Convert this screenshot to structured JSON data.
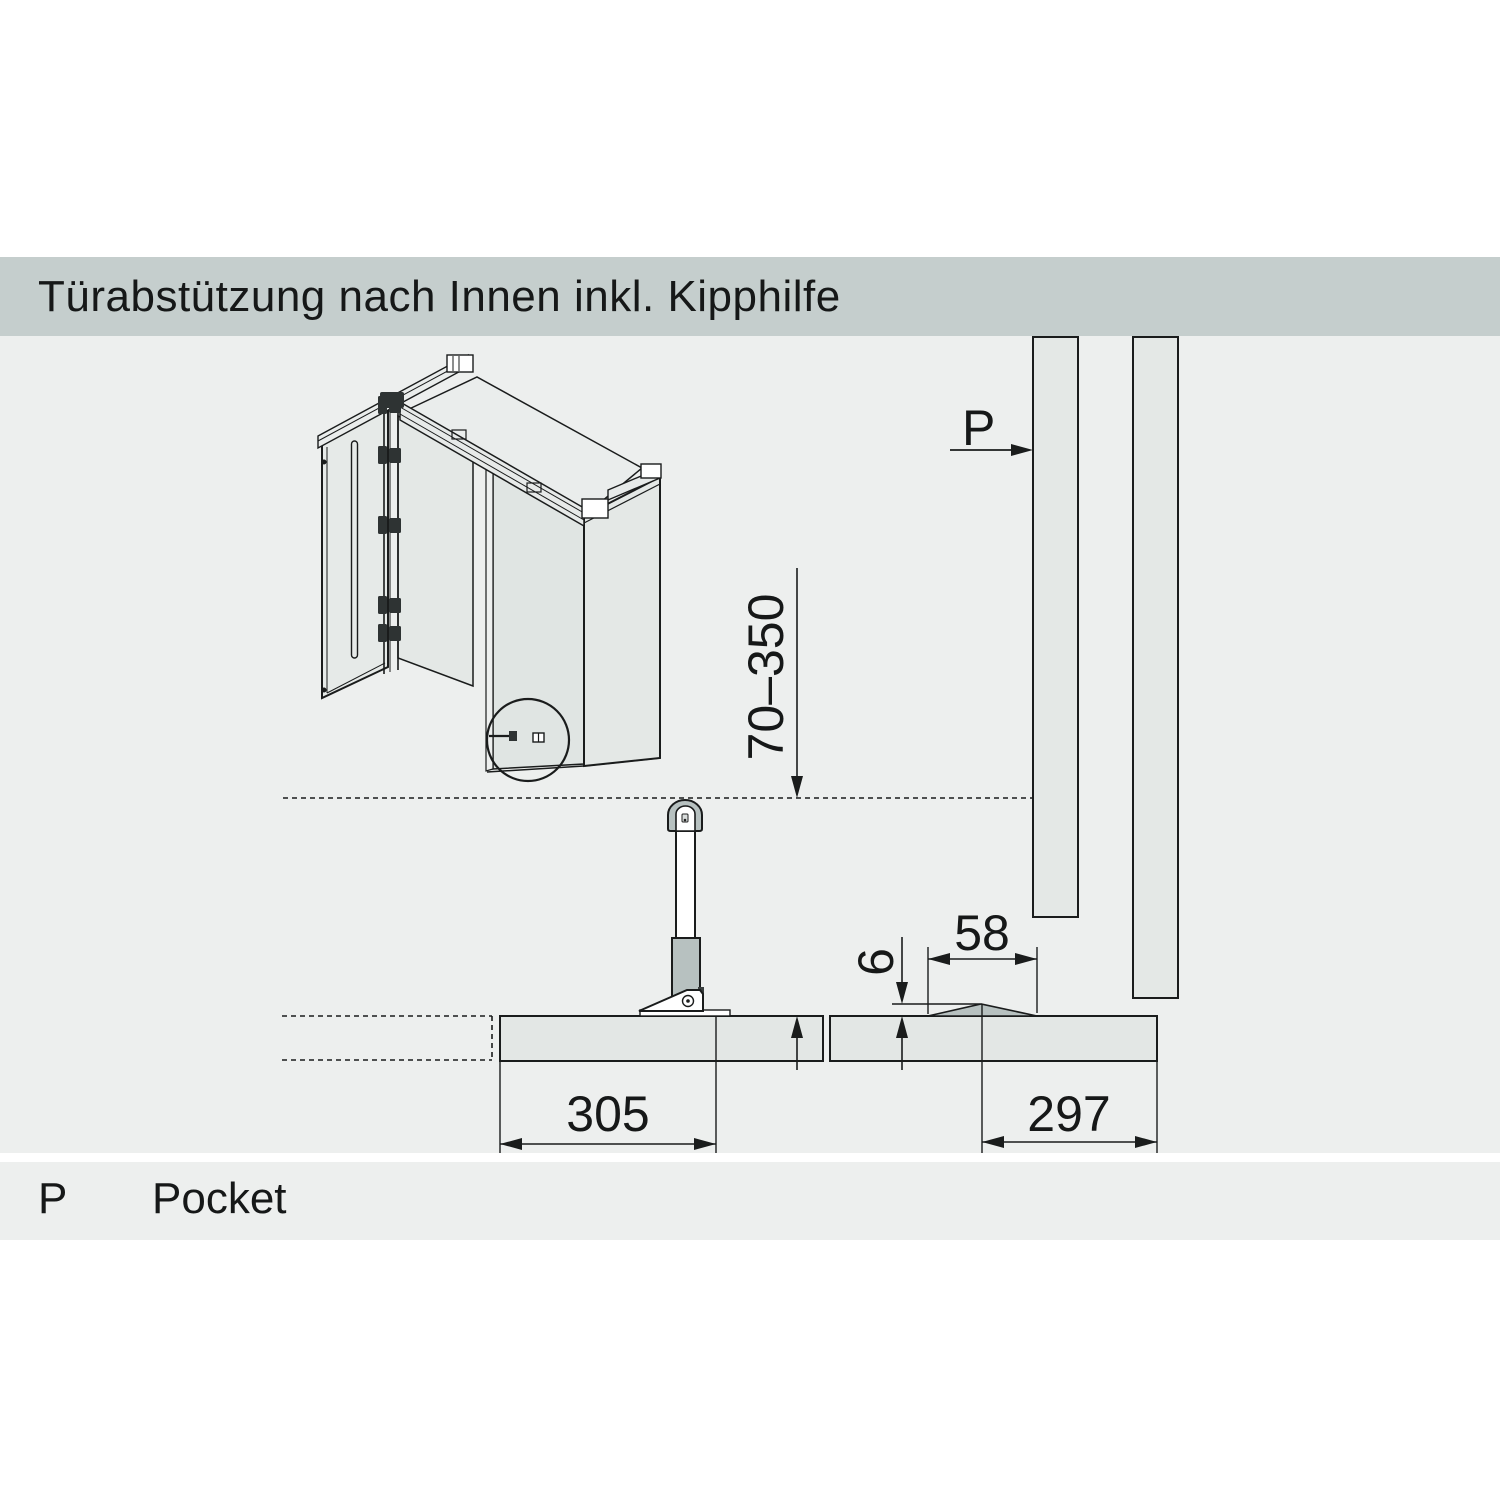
{
  "header": {
    "title": "Türabstützung nach Innen inkl. Kipphilfe"
  },
  "dimensions": {
    "height_range": "70–350",
    "pocket_marker": "P",
    "ramp_length": "58",
    "ramp_height": "6",
    "left_board_depth": "305",
    "right_board_depth": "297"
  },
  "legend": {
    "symbol": "P",
    "term": "Pocket"
  },
  "colors": {
    "header_bar": "#c5cecd",
    "canvas": "#edefee",
    "panel_fill": "#e4e8e6",
    "cabinet_face": "#e6eae8",
    "cabinet_top": "#eaedec",
    "interior_fill": "#e0e5e3",
    "hardware_gray": "#b7c1c0",
    "line": "#1a1c1c"
  }
}
